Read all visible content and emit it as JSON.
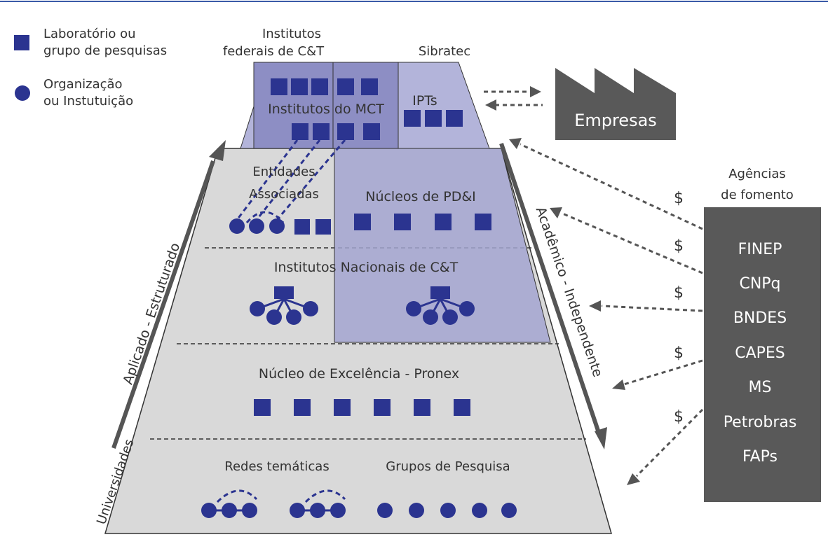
{
  "legend": {
    "square_label_1": "Laboratório ou",
    "square_label_2": "grupo de pesquisas",
    "circle_label_1": "Organização",
    "circle_label_2": "ou Instutuição"
  },
  "top": {
    "federal_1": "Institutos",
    "federal_2": "federais de C&T",
    "sibratec": "Sibratec",
    "mct": "Institutos do MCT",
    "ipts": "IPTs",
    "empresas": "Empresas"
  },
  "layers": {
    "entidades_1": "Entidades",
    "entidades_2": "Associadas",
    "nucleos_pdi": "Núcleos de PD&I",
    "inct": "Institutos Nacionais de C&T",
    "pronex": "Núcleo de Excelência - Pronex",
    "redes": "Redes temáticas",
    "grupos": "Grupos de Pesquisa"
  },
  "side": {
    "left_axis": "Aplicado - Estruturado",
    "universidades": "Universidades",
    "right_axis": "Acadêmico - Independente"
  },
  "funding": {
    "title_1": "Agências",
    "title_2": "de fomento",
    "agencies": [
      "FINEP",
      "CNPq",
      "BNDES",
      "CAPES",
      "MS",
      "Petrobras",
      "FAPs"
    ],
    "currency": "$"
  },
  "colors": {
    "unit": "#2b3490",
    "pyramid_gray": "#d9d9d9",
    "federal_block": "#8d8ec4",
    "sibratec_block": "#b3b4da",
    "nucleos_block": "#a3a4d0",
    "dark_box": "#595959"
  }
}
